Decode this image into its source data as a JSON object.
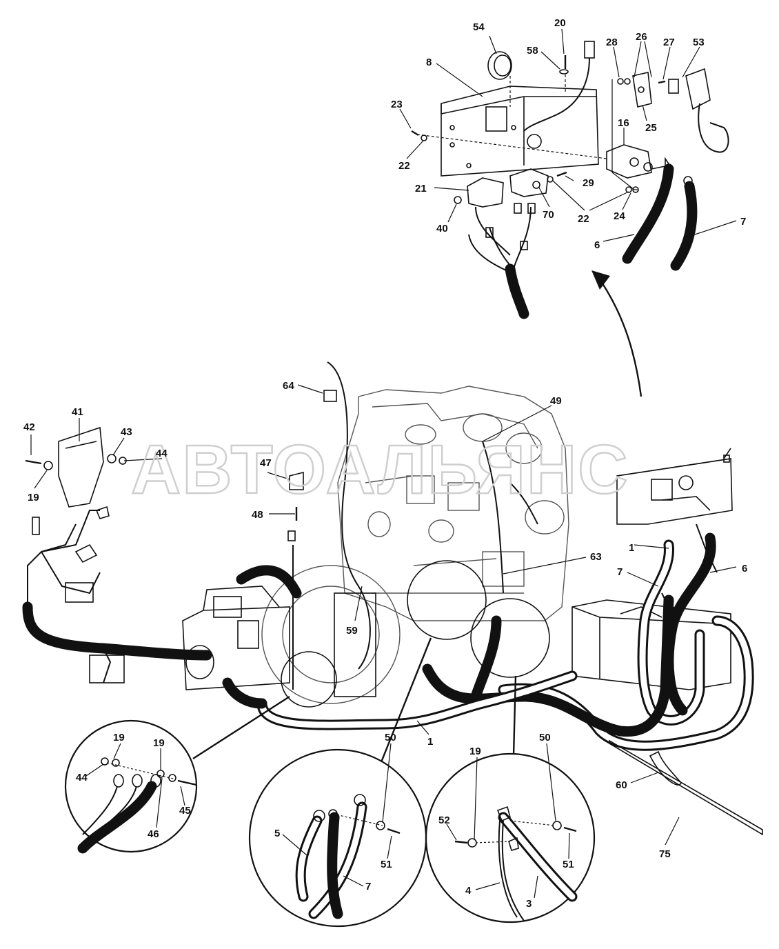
{
  "watermark": "АВТОАЛЬЯНС",
  "callouts": {
    "c54": "54",
    "c20": "20",
    "c58": "58",
    "c28": "28",
    "c26": "26",
    "c27": "27",
    "c53": "53",
    "c8": "8",
    "c23": "23",
    "c22a": "22",
    "c16": "16",
    "c25": "25",
    "c21": "21",
    "c29": "29",
    "c40": "40",
    "c70": "70",
    "c22b": "22",
    "c24": "24",
    "c7a": "7",
    "c6a": "6",
    "c64": "64",
    "c49": "49",
    "c41": "41",
    "c42": "42",
    "c43": "43",
    "c44a": "44",
    "c19a": "19",
    "c47": "47",
    "c48": "48",
    "c1a": "1",
    "c7b": "7",
    "c6b": "6",
    "c63": "63",
    "c59": "59",
    "c1b": "1",
    "c60": "60",
    "c75": "75",
    "c19b": "19",
    "c19c": "19",
    "c44b": "44",
    "c45": "45",
    "c46": "46",
    "c50a": "50",
    "c5": "5",
    "c51a": "51",
    "c7c": "7",
    "c52": "52",
    "c19d": "19",
    "c50b": "50",
    "c51b": "51",
    "c4": "4",
    "c3": "3"
  }
}
